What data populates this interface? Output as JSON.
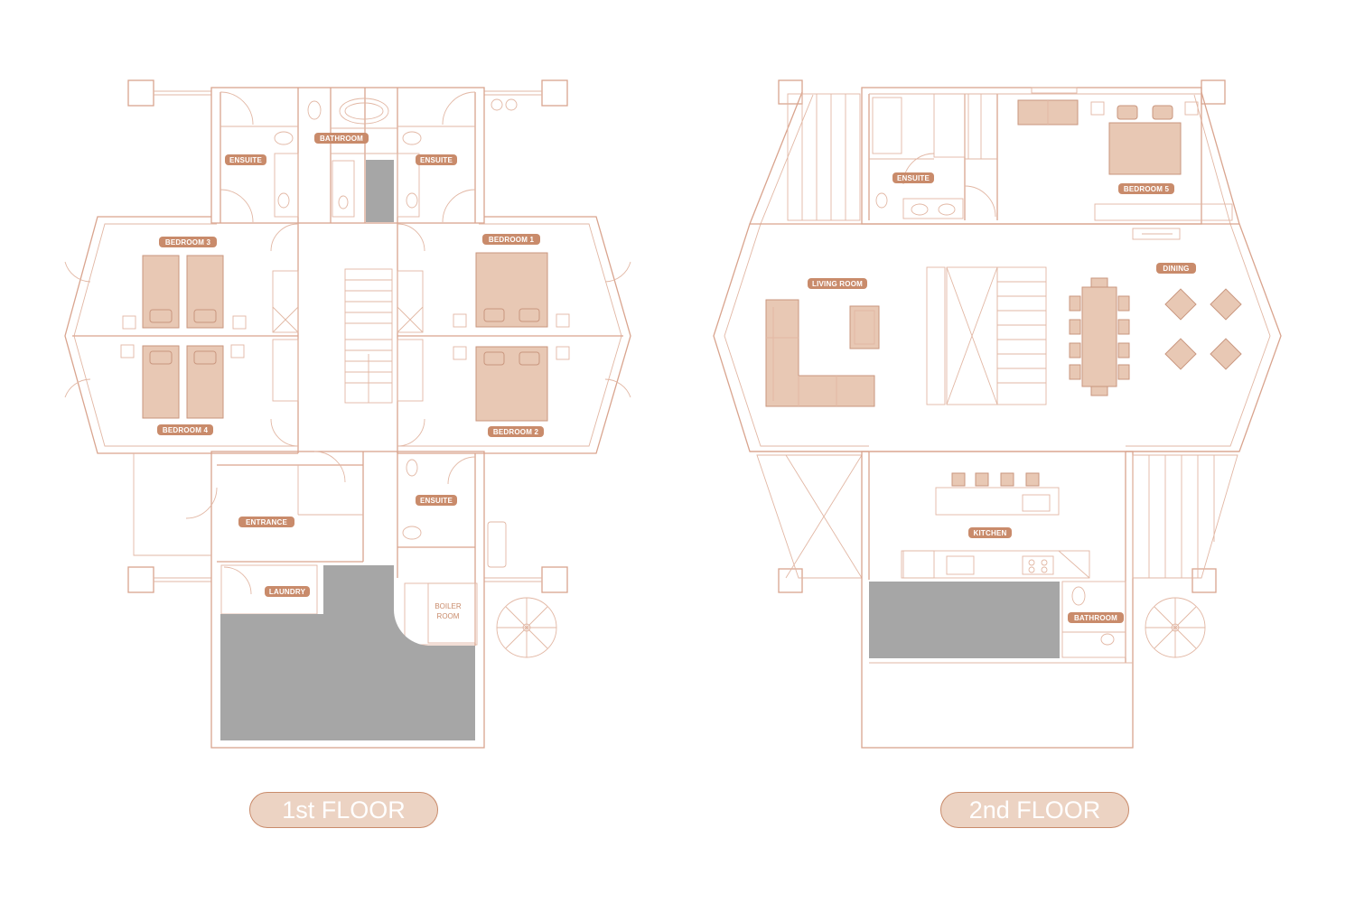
{
  "floors": {
    "first": {
      "title": "1st FLOOR"
    },
    "second": {
      "title": "2nd FLOOR"
    }
  },
  "rooms": {
    "first": {
      "ensuite_left": "ENSUITE",
      "bathroom": "BATHROOM",
      "ensuite_right": "ENSUITE",
      "bedroom3": "BEDROOM 3",
      "bedroom1": "BEDROOM 1",
      "bedroom4": "BEDROOM 4",
      "bedroom2": "BEDROOM 2",
      "ensuite_lower": "ENSUITE",
      "entrance": "ENTRANCE",
      "laundry": "LAUNDRY",
      "boiler_line1": "BOILER",
      "boiler_line2": "ROOM"
    },
    "second": {
      "ensuite": "ENSUITE",
      "bedroom5": "BEDROOM 5",
      "living": "LIVING ROOM",
      "dining": "DINING",
      "kitchen": "KITCHEN",
      "bathroom": "BATHROOM"
    }
  },
  "colors": {
    "line": "#d9a48e",
    "furniture": "#e8c8b4",
    "label_pill": "#c98b6b",
    "void": "#a6a6a6",
    "floor_pill": "#ecd3c3"
  }
}
